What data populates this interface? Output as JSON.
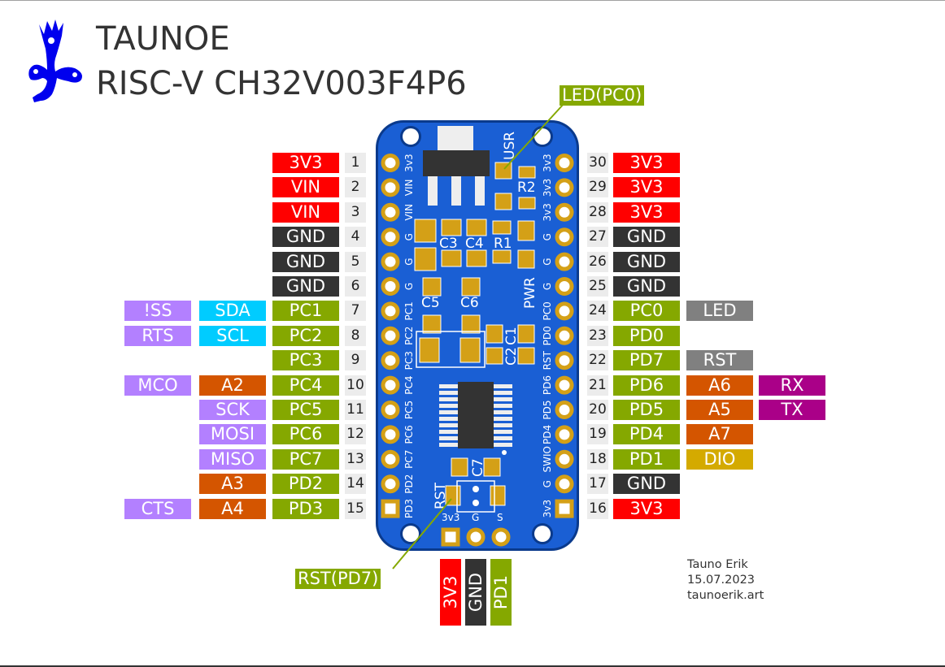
{
  "header": {
    "brand": "TAUNOE",
    "subtitle": "RISC-V CH32V003F4P6",
    "logo_icon": "taunoe-logo-icon"
  },
  "colors": {
    "power": "#ff0000",
    "ground": "#333333",
    "gpio": "#85a800",
    "i2c": "#00ccff",
    "spi_uart_ctrl": "#b380ff",
    "analog": "#d45500",
    "board_special": "#808080",
    "uart": "#aa0088",
    "swio": "#d4aa00",
    "board": "#1a5fd4",
    "pad": "#d4a017"
  },
  "left_pins": [
    {
      "num": "1",
      "name": "3V3",
      "type": "power",
      "alt1": "",
      "alt1_type": "",
      "alt2": "",
      "alt2_type": ""
    },
    {
      "num": "2",
      "name": "VIN",
      "type": "power",
      "alt1": "",
      "alt1_type": "",
      "alt2": "",
      "alt2_type": ""
    },
    {
      "num": "3",
      "name": "VIN",
      "type": "power",
      "alt1": "",
      "alt1_type": "",
      "alt2": "",
      "alt2_type": ""
    },
    {
      "num": "4",
      "name": "GND",
      "type": "ground",
      "alt1": "",
      "alt1_type": "",
      "alt2": "",
      "alt2_type": ""
    },
    {
      "num": "5",
      "name": "GND",
      "type": "ground",
      "alt1": "",
      "alt1_type": "",
      "alt2": "",
      "alt2_type": ""
    },
    {
      "num": "6",
      "name": "GND",
      "type": "ground",
      "alt1": "",
      "alt1_type": "",
      "alt2": "",
      "alt2_type": ""
    },
    {
      "num": "7",
      "name": "PC1",
      "type": "gpio",
      "alt1": "SDA",
      "alt1_type": "i2c",
      "alt2": "!SS",
      "alt2_type": "spi_uart_ctrl"
    },
    {
      "num": "8",
      "name": "PC2",
      "type": "gpio",
      "alt1": "SCL",
      "alt1_type": "i2c",
      "alt2": "RTS",
      "alt2_type": "spi_uart_ctrl"
    },
    {
      "num": "9",
      "name": "PC3",
      "type": "gpio",
      "alt1": "",
      "alt1_type": "",
      "alt2": "",
      "alt2_type": ""
    },
    {
      "num": "10",
      "name": "PC4",
      "type": "gpio",
      "alt1": "A2",
      "alt1_type": "analog",
      "alt2": "MCO",
      "alt2_type": "spi_uart_ctrl"
    },
    {
      "num": "11",
      "name": "PC5",
      "type": "gpio",
      "alt1": "SCK",
      "alt1_type": "spi_uart_ctrl",
      "alt2": "",
      "alt2_type": ""
    },
    {
      "num": "12",
      "name": "PC6",
      "type": "gpio",
      "alt1": "MOSI",
      "alt1_type": "spi_uart_ctrl",
      "alt2": "",
      "alt2_type": ""
    },
    {
      "num": "13",
      "name": "PC7",
      "type": "gpio",
      "alt1": "MISO",
      "alt1_type": "spi_uart_ctrl",
      "alt2": "",
      "alt2_type": ""
    },
    {
      "num": "14",
      "name": "PD2",
      "type": "gpio",
      "alt1": "A3",
      "alt1_type": "analog",
      "alt2": "",
      "alt2_type": ""
    },
    {
      "num": "15",
      "name": "PD3",
      "type": "gpio",
      "alt1": "A4",
      "alt1_type": "analog",
      "alt2": "CTS",
      "alt2_type": "spi_uart_ctrl"
    }
  ],
  "right_pins": [
    {
      "num": "30",
      "name": "3V3",
      "type": "power",
      "alt1": "",
      "alt1_type": "",
      "alt2": "",
      "alt2_type": ""
    },
    {
      "num": "29",
      "name": "3V3",
      "type": "power",
      "alt1": "",
      "alt1_type": "",
      "alt2": "",
      "alt2_type": ""
    },
    {
      "num": "28",
      "name": "3V3",
      "type": "power",
      "alt1": "",
      "alt1_type": "",
      "alt2": "",
      "alt2_type": ""
    },
    {
      "num": "27",
      "name": "GND",
      "type": "ground",
      "alt1": "",
      "alt1_type": "",
      "alt2": "",
      "alt2_type": ""
    },
    {
      "num": "26",
      "name": "GND",
      "type": "ground",
      "alt1": "",
      "alt1_type": "",
      "alt2": "",
      "alt2_type": ""
    },
    {
      "num": "25",
      "name": "GND",
      "type": "ground",
      "alt1": "",
      "alt1_type": "",
      "alt2": "",
      "alt2_type": ""
    },
    {
      "num": "24",
      "name": "PC0",
      "type": "gpio",
      "alt1": "LED",
      "alt1_type": "board_special",
      "alt2": "",
      "alt2_type": ""
    },
    {
      "num": "23",
      "name": "PD0",
      "type": "gpio",
      "alt1": "",
      "alt1_type": "",
      "alt2": "",
      "alt2_type": ""
    },
    {
      "num": "22",
      "name": "PD7",
      "type": "gpio",
      "alt1": "RST",
      "alt1_type": "board_special",
      "alt2": "",
      "alt2_type": ""
    },
    {
      "num": "21",
      "name": "PD6",
      "type": "gpio",
      "alt1": "A6",
      "alt1_type": "analog",
      "alt2": "RX",
      "alt2_type": "uart"
    },
    {
      "num": "20",
      "name": "PD5",
      "type": "gpio",
      "alt1": "A5",
      "alt1_type": "analog",
      "alt2": "TX",
      "alt2_type": "uart"
    },
    {
      "num": "19",
      "name": "PD4",
      "type": "gpio",
      "alt1": "A7",
      "alt1_type": "analog",
      "alt2": "",
      "alt2_type": ""
    },
    {
      "num": "18",
      "name": "PD1",
      "type": "gpio",
      "alt1": "DIO",
      "alt1_type": "swio",
      "alt2": "",
      "alt2_type": ""
    },
    {
      "num": "17",
      "name": "GND",
      "type": "ground",
      "alt1": "",
      "alt1_type": "",
      "alt2": "",
      "alt2_type": ""
    },
    {
      "num": "16",
      "name": "3V3",
      "type": "power",
      "alt1": "",
      "alt1_type": "",
      "alt2": "",
      "alt2_type": ""
    }
  ],
  "bottom_pins": [
    {
      "name": "3V3",
      "type": "power"
    },
    {
      "name": "GND",
      "type": "ground"
    },
    {
      "name": "PD1",
      "type": "gpio"
    }
  ],
  "callouts": {
    "led": "LED(PC0)",
    "rst": "RST(PD7)"
  },
  "board": {
    "silk_left": [
      "3v3",
      "VIN",
      "VIN",
      "G",
      "G",
      "G",
      "PC1",
      "PC2",
      "PC3",
      "PC4",
      "PC5",
      "PC6",
      "PC7",
      "PD2",
      "PD3"
    ],
    "silk_right": [
      "3v3",
      "3v3",
      "3v3",
      "G",
      "G",
      "G",
      "PC0",
      "PD0",
      "RST",
      "PD6",
      "PD5",
      "PD4",
      "SWIO",
      "G",
      "3v3"
    ],
    "silk_bottom": [
      "3v3",
      "G",
      "S"
    ],
    "components": {
      "usr": "USR",
      "pwr": "PWR",
      "r1": "R1",
      "r2": "R2",
      "c1": "C1",
      "c2": "C2",
      "c3": "C3",
      "c4": "C4",
      "c5": "C5",
      "c6": "C6",
      "c7": "C7",
      "rst": "RST"
    }
  },
  "credits": {
    "author": "Tauno Erik",
    "date": "15.07.2023",
    "website": "taunoerik.art"
  }
}
